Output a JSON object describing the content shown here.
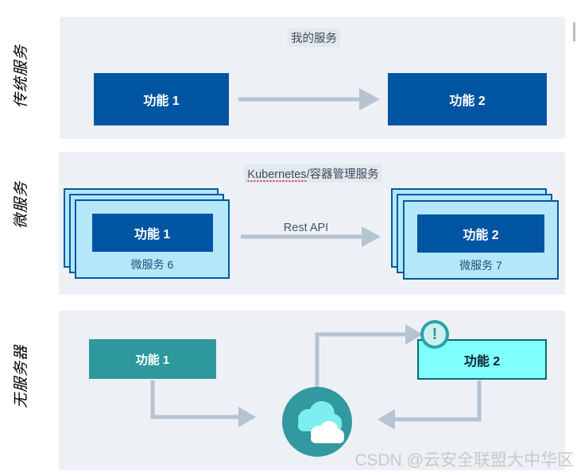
{
  "page": {
    "watermark": "CSDN @云安全联盟大中华区"
  },
  "traditional": {
    "row_label": "传统服务",
    "service_label": "我的服务",
    "function1": "功能 1",
    "function2": "功能 2"
  },
  "microservices": {
    "row_label": "微服务",
    "service_label_en": "Kubernetes",
    "service_label_zh": "/容器管理服务",
    "api_label": "Rest API",
    "left": {
      "function": "功能 1",
      "caption": "微服务 6"
    },
    "right": {
      "function": "功能 2",
      "caption": "微服务 7"
    }
  },
  "serverless": {
    "row_label": "无服务器",
    "function1": "功能 1",
    "function2": "功能 2",
    "alert": "!"
  },
  "colors": {
    "panel_bg": "#edf1f6",
    "primary_blue": "#0055a3",
    "stack_fill": "#b5e7fa",
    "stack_border": "#0059a6",
    "teal": "#2e999c",
    "teal_circle": "#31999f",
    "cloud_cyan": "#7deef0",
    "cyan_fill": "#80ffff",
    "cyan_border": "#0a6a75",
    "arrow_gray": "#b6c3d0",
    "highlight_bg": "#e3e8ee",
    "badge_ring": "#2ba3a8",
    "watermark_gray": "#c9c9c9"
  }
}
